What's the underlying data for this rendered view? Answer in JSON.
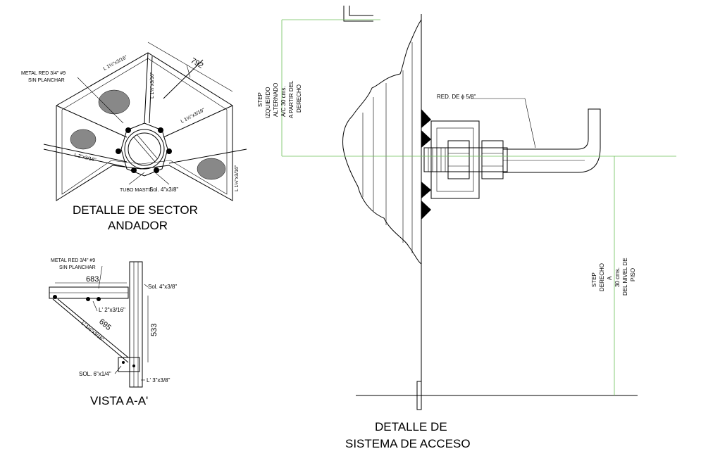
{
  "sector_detail": {
    "title_line1": "DETALLE DE SECTOR",
    "title_line2": "ANDADOR",
    "label_metal_line1": "METAL RED 3/4\" #9",
    "label_metal_line2": "SIN PLANCHAR",
    "label_tubo": "TUBO MASTIL",
    "label_sol": "Sol. 4\"x3/8\"",
    "label_angle_top": "L 1½\"x3/16\"",
    "label_angle_right": "L 1½\"x3/16\"",
    "label_angle_left": "L 2\"x3/16\"",
    "label_angle_vertical": "L 1½\"x3/16\"",
    "label_angle_side": "L 1½\"x3/16\"",
    "dim_792": "792"
  },
  "vista": {
    "title": "VISTA A-A'",
    "label_metal_line1": "METAL RED 3/4\" #9",
    "label_metal_line2": "SIN PLANCHAR",
    "dim_683": "683",
    "dim_533": "533",
    "dim_695": "695",
    "label_sol_top": "Sol. 4\"x3/8\"",
    "label_angle_2": "L' 2\"x3/16\"",
    "label_angle_diag": "L' 1½\"x3/16\"",
    "label_sol_bottom": "SOL. 6\"x1/4\"",
    "label_angle_3": "L' 3\"x3/8\""
  },
  "access": {
    "title_line1": "DETALLE  DE",
    "title_line2": "SISTEMA DE ACCESO",
    "label_red": "RED. DE ϕ 5/8\"",
    "step_left": [
      "STEP",
      "IZQUIERDO",
      "ALTERNADO",
      "A/C 30 cms.",
      "A PARTIR DEL",
      "DERECHO"
    ],
    "step_right": [
      "STEP",
      "DERECHO",
      "A",
      "30 cms.",
      "DEL NIVEL DE",
      "PISO"
    ]
  }
}
